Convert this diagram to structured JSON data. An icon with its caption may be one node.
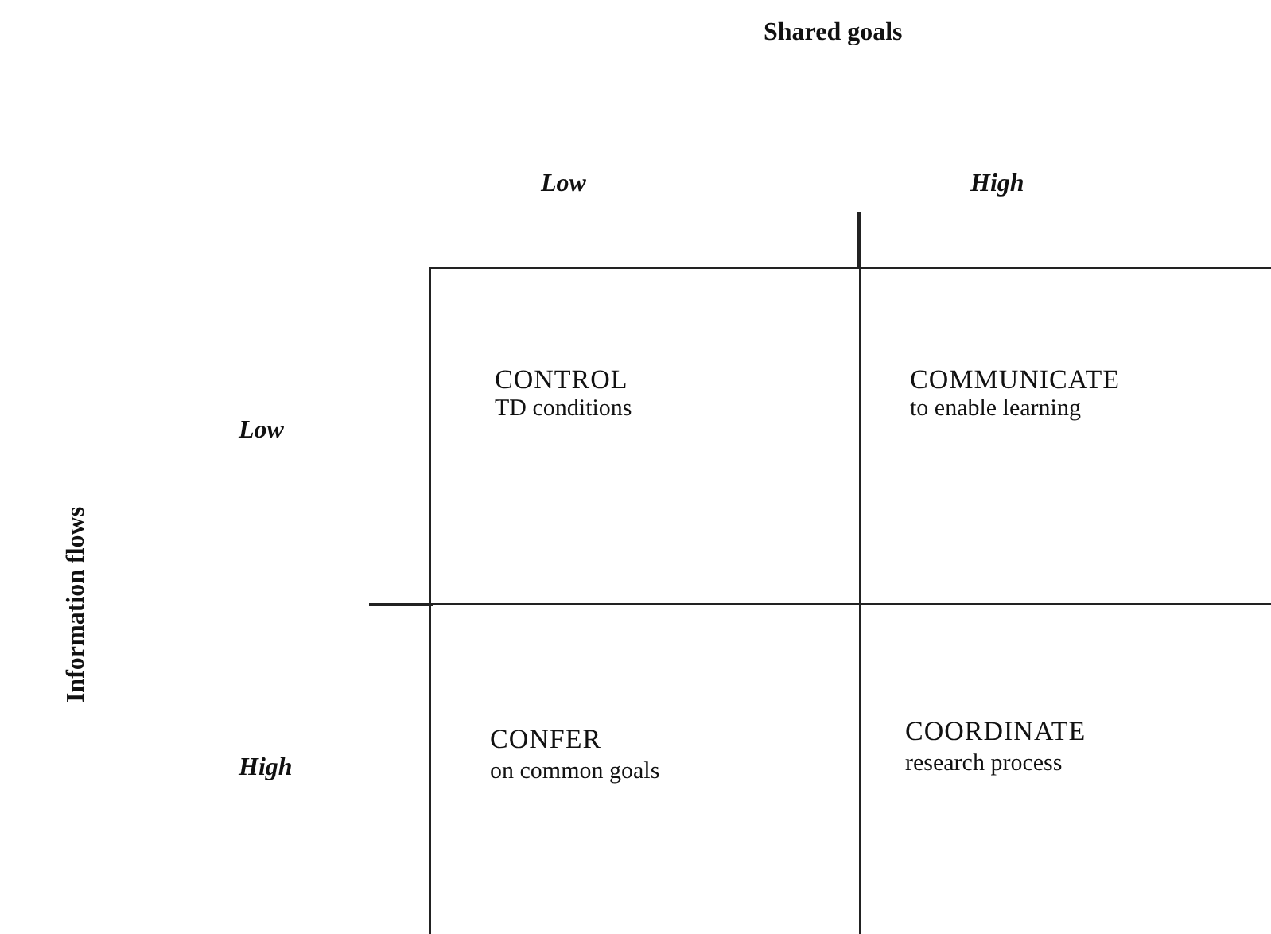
{
  "diagram": {
    "nodes": [
      {
        "text": [
          "CONTROL",
          "TD conditions"
        ]
      },
      {
        "text": [
          "COMMUNICATE",
          "to enable learning"
        ]
      },
      {
        "text": [
          "CONFER",
          "on common goals"
        ]
      },
      {
        "text": [
          "COORDINATE",
          "research process"
        ]
      }
    ],
    "labels": [
      "Shared goals",
      "Low",
      "High",
      "Information flows",
      "Low",
      "High"
    ]
  }
}
